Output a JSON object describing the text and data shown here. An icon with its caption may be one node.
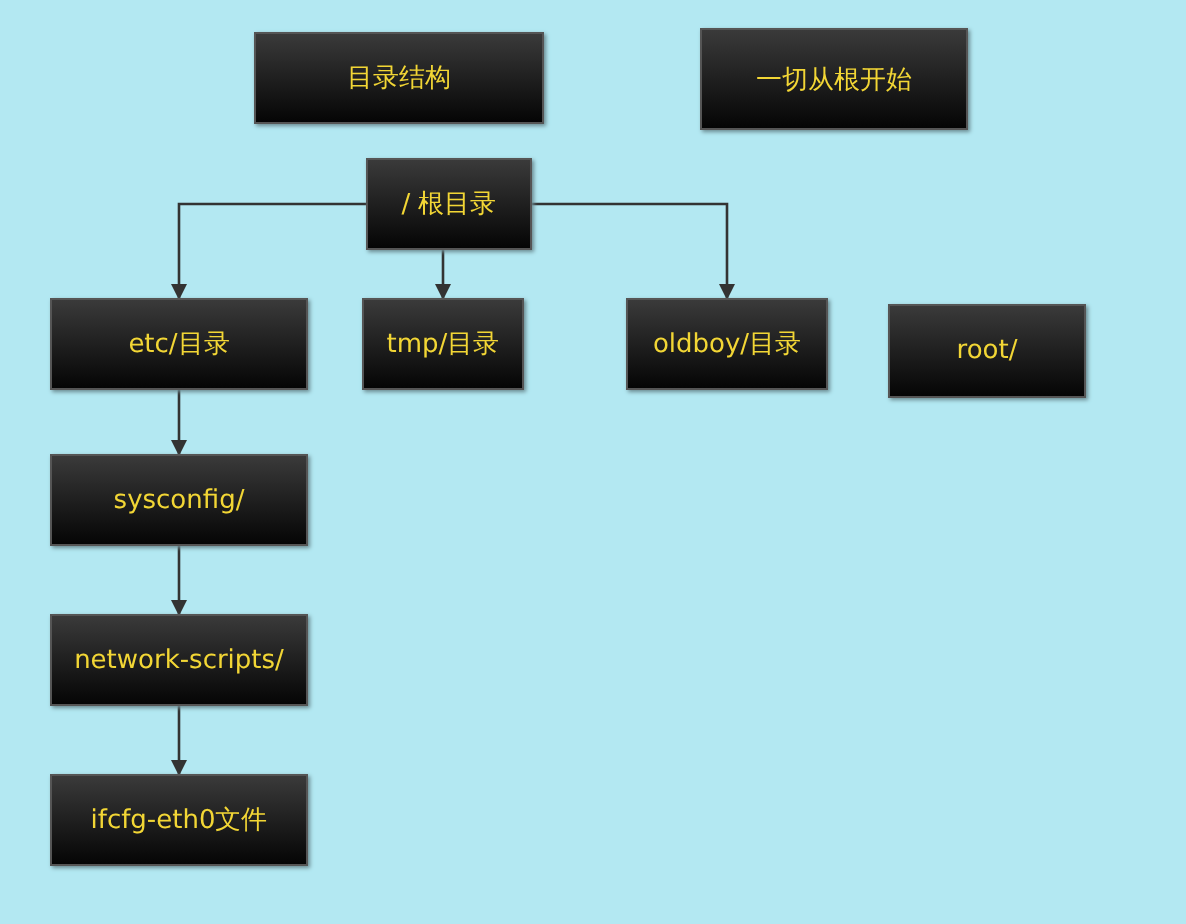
{
  "diagram": {
    "nodes": [
      {
        "text": [
          "目录结构"
        ]
      },
      {
        "text": [
          "一切从根开始"
        ]
      },
      {
        "text": [
          "/ 根目录"
        ]
      },
      {
        "text": [
          "etc/目录"
        ]
      },
      {
        "text": [
          "tmp/目录"
        ]
      },
      {
        "text": [
          "oldboy/目录"
        ]
      },
      {
        "text": [
          "root/"
        ]
      },
      {
        "text": [
          "sysconfig/"
        ]
      },
      {
        "text": [
          "network-scripts/"
        ]
      },
      {
        "text": [
          "ifcfg-eth0文件"
        ]
      }
    ],
    "edges": [
      {
        "from": 2,
        "to": 3,
        "arrow": "to"
      },
      {
        "from": 2,
        "to": 4,
        "arrow": "to"
      },
      {
        "from": 2,
        "to": 5,
        "arrow": "to"
      },
      {
        "from": 3,
        "to": 7,
        "arrow": "to"
      },
      {
        "from": 7,
        "to": 8,
        "arrow": "to"
      },
      {
        "from": 8,
        "to": 9,
        "arrow": "to"
      }
    ]
  }
}
